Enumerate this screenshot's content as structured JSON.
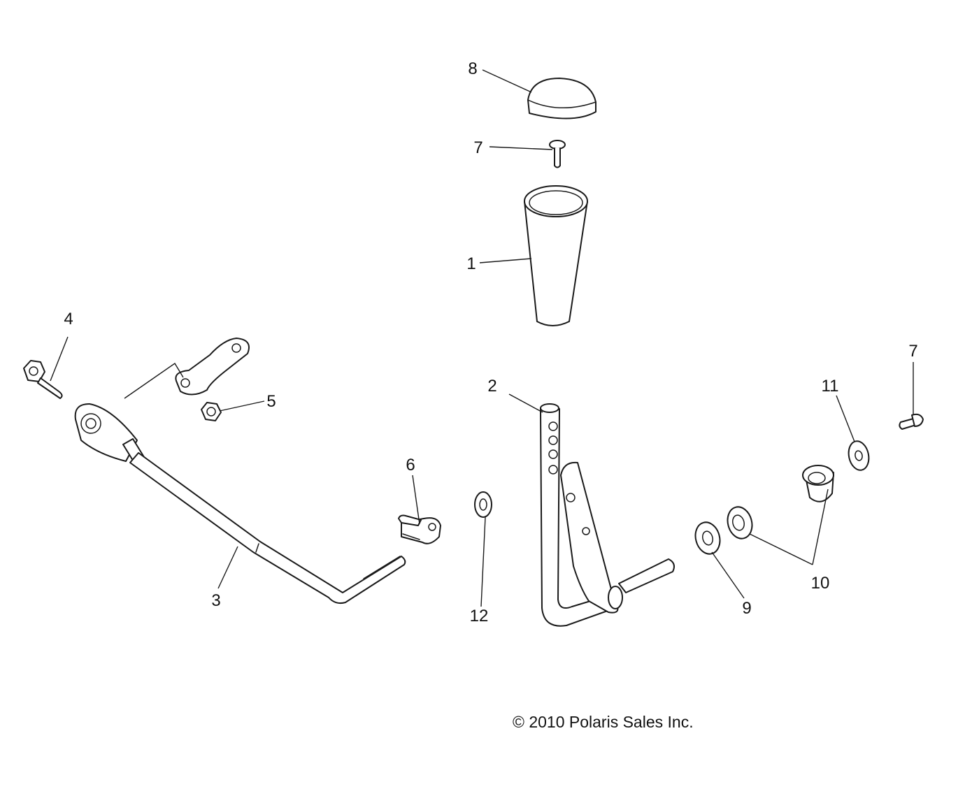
{
  "callouts": {
    "c1": "1",
    "c2": "2",
    "c3": "3",
    "c4": "4",
    "c5": "5",
    "c6": "6",
    "c7_top": "7",
    "c7_right": "7",
    "c8": "8",
    "c9": "9",
    "c10": "10",
    "c11": "11",
    "c12": "12"
  },
  "copyright": "© 2010 Polaris Sales Inc."
}
